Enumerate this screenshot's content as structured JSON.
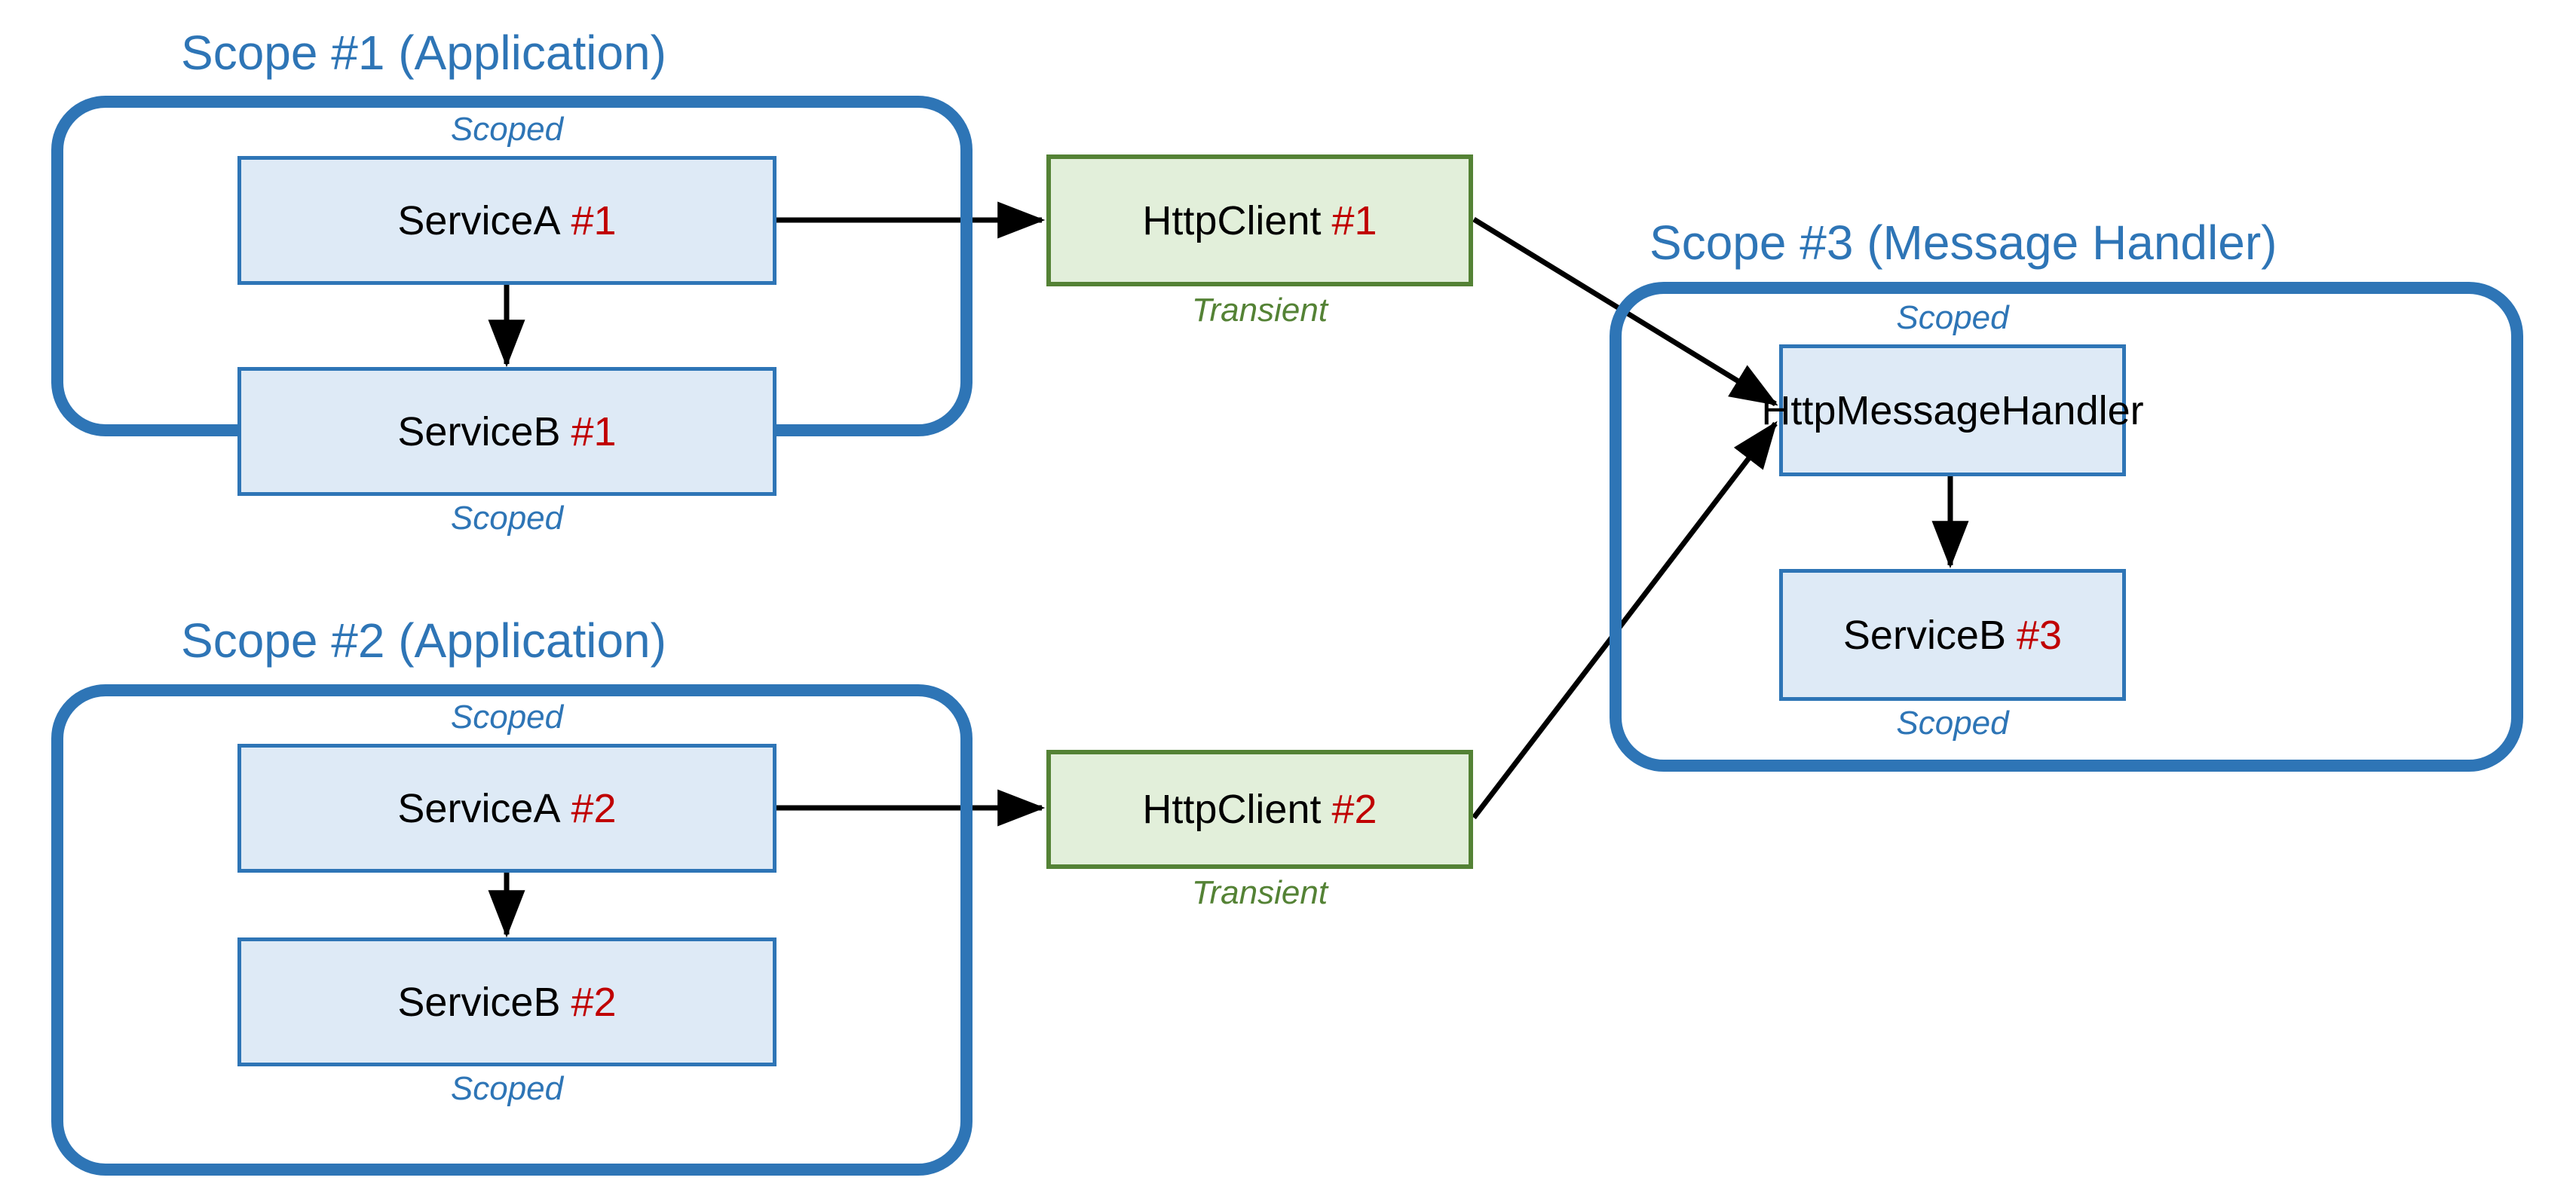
{
  "diagram": {
    "title_color": "#2E75B6",
    "accent_blue": "#2E75B6",
    "accent_green": "#548235",
    "id_red": "#C00000",
    "box_blue_fill": "#DEEAF6",
    "box_green_fill": "#E2EFDA"
  },
  "scopes": [
    {
      "id": "scope-1",
      "title": "Scope #1 (Application)",
      "top_caption": "Scoped",
      "bottom_caption": "Scoped",
      "nodes": [
        {
          "name": "ServiceA",
          "instance": "#1"
        },
        {
          "name": "ServiceB",
          "instance": "#1"
        }
      ]
    },
    {
      "id": "scope-2",
      "title": "Scope #2 (Application)",
      "top_caption": "Scoped",
      "bottom_caption": "Scoped",
      "nodes": [
        {
          "name": "ServiceA",
          "instance": "#2"
        },
        {
          "name": "ServiceB",
          "instance": "#2"
        }
      ]
    },
    {
      "id": "scope-3",
      "title": "Scope #3 (Message Handler)",
      "top_caption": "Scoped",
      "bottom_caption": "Scoped",
      "nodes": [
        {
          "name": "HttpMessageHandler",
          "instance": ""
        },
        {
          "name": "ServiceB",
          "instance": "#3"
        }
      ]
    }
  ],
  "clients": [
    {
      "name": "HttpClient",
      "instance": "#1",
      "caption": "Transient"
    },
    {
      "name": "HttpClient",
      "instance": "#2",
      "caption": "Transient"
    }
  ]
}
